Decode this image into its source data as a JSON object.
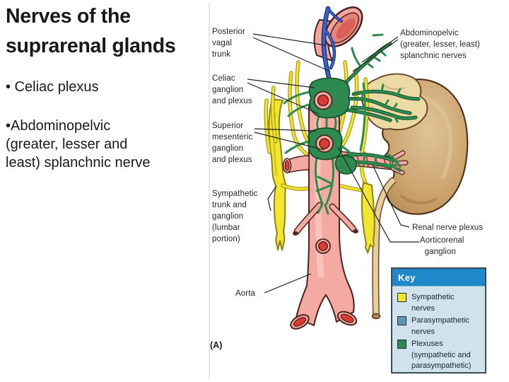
{
  "slide": {
    "title": "Nerves of the\nsuprarenal glands",
    "bullets": [
      "• Celiac plexus",
      "•Abdominopelvic\n(greater, lesser and\nleast) splanchnic nerve"
    ]
  },
  "figure": {
    "labels": {
      "posterior_vagal_trunk": "Posterior\nvagal\ntrunk",
      "celiac_ganglion_plexus": "Celiac\nganglion\nand plexus",
      "superior_mesenteric": "Superior\nmesenteric\nganglion\nand plexus",
      "sympathetic_trunk": "Sympathetic\ntrunk and\nganglion\n(lumbar\nportion)",
      "aorta": "Aorta",
      "abdominopelvic_splanchnic": "Abdominopelvic\n(greater, lesser, least)\nsplanchnic nerves",
      "renal_nerve_plexus": "Renal nerve plexus",
      "aorticorenal_ganglion": "Aorticorenal\n  ganglion",
      "panel_marker": "(A)"
    },
    "key": {
      "title": "Key",
      "header_color": "#1e88c8",
      "body_color": "#cfe2ee",
      "items": [
        {
          "name": "sympathetic-nerves",
          "color": "#f2e62e",
          "label": "Sympathetic\nnerves"
        },
        {
          "name": "parasympathetic-nerves",
          "color": "#5f96bb",
          "label": "Parasympathetic\nnerves"
        },
        {
          "name": "plexuses",
          "color": "#2e8b50",
          "label": "Plexuses\n(sympathetic and\nparasympathetic)"
        }
      ]
    },
    "colors": {
      "artery": "#f4aaa3",
      "artery_lumen": "#df3a2f",
      "nerve_yellow": "#f2e62e",
      "plexus_green": "#2e8b50",
      "vagal_blue": "#3b63cc",
      "kidney": "#c49a62",
      "suprarenal": "#ecd9a4",
      "ureter": "#e6cf9a"
    }
  }
}
